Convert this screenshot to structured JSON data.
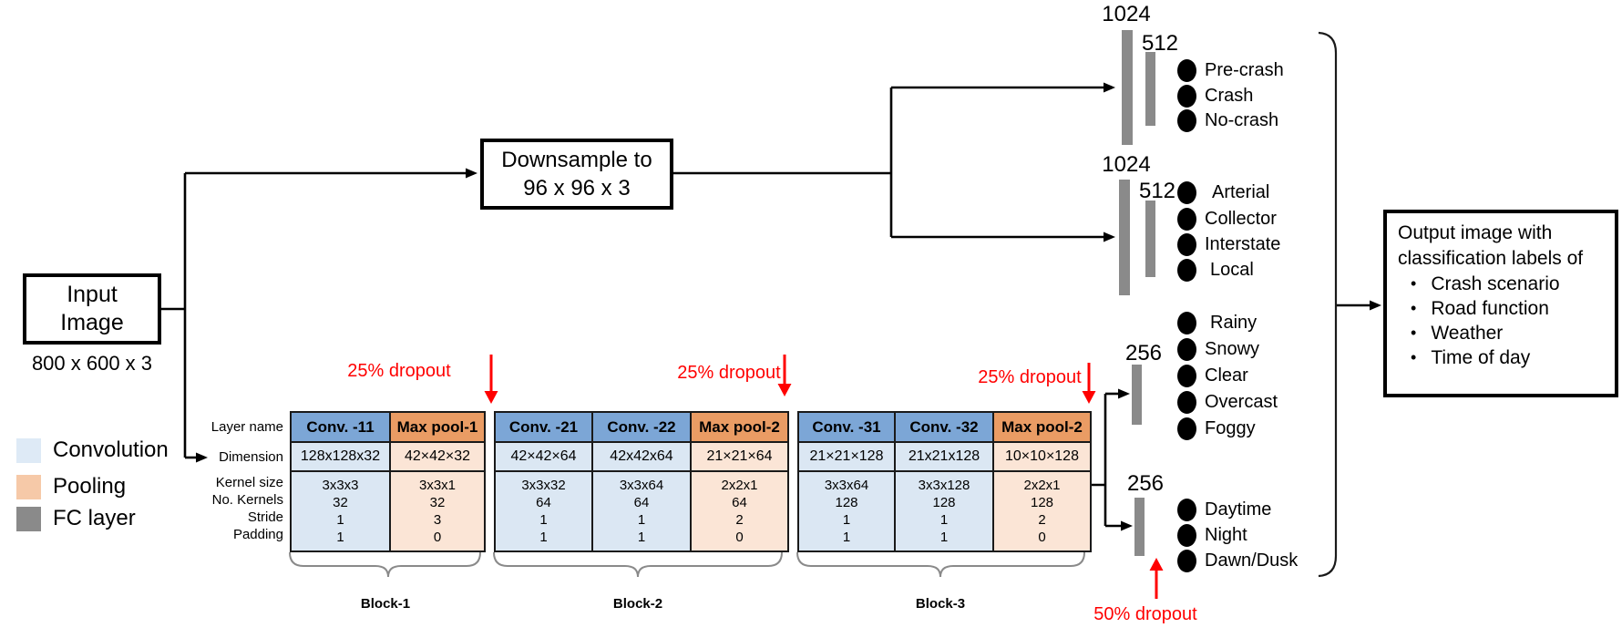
{
  "input": {
    "line1": "Input",
    "line2": "Image",
    "dims": "800 x 600 x 3"
  },
  "downsample": {
    "line1": "Downsample to",
    "line2": "96 x 96 x 3"
  },
  "legend": {
    "items": [
      {
        "label": "Convolution"
      },
      {
        "label": "Pooling"
      },
      {
        "label": "FC layer"
      }
    ]
  },
  "row_labels": {
    "layer_name": "Layer name",
    "dimension": "Dimension",
    "kernel_size": "Kernel size",
    "num_kernels": "No. Kernels",
    "stride": "Stride",
    "padding": "Padding"
  },
  "blocks": [
    {
      "label": "Block-1",
      "columns": [
        {
          "name": "Conv. -11",
          "type": "conv",
          "dimension": "128x128x32",
          "kernel_size": "3x3x3",
          "num_kernels": "32",
          "stride": "1",
          "padding": "1"
        },
        {
          "name": "Max pool-1",
          "type": "pool",
          "dimension": "42×42×32",
          "kernel_size": "3x3x1",
          "num_kernels": "32",
          "stride": "3",
          "padding": "0"
        }
      ]
    },
    {
      "label": "Block-2",
      "columns": [
        {
          "name": "Conv. -21",
          "type": "conv",
          "dimension": "42×42×64",
          "kernel_size": "3x3x32",
          "num_kernels": "64",
          "stride": "1",
          "padding": "1"
        },
        {
          "name": "Conv. -22",
          "type": "conv",
          "dimension": "42x42x64",
          "kernel_size": "3x3x64",
          "num_kernels": "64",
          "stride": "1",
          "padding": "1"
        },
        {
          "name": "Max pool-2",
          "type": "pool",
          "dimension": "21×21×64",
          "kernel_size": "2x2x1",
          "num_kernels": "64",
          "stride": "2",
          "padding": "0"
        }
      ]
    },
    {
      "label": "Block-3",
      "columns": [
        {
          "name": "Conv. -31",
          "type": "conv",
          "dimension": "21×21×128",
          "kernel_size": "3x3x64",
          "num_kernels": "128",
          "stride": "1",
          "padding": "1"
        },
        {
          "name": "Conv. -32",
          "type": "conv",
          "dimension": "21x21x128",
          "kernel_size": "3x3x128",
          "num_kernels": "128",
          "stride": "1",
          "padding": "1"
        },
        {
          "name": "Max pool-2",
          "type": "pool",
          "dimension": "10×10×128",
          "kernel_size": "2x2x1",
          "num_kernels": "128",
          "stride": "2",
          "padding": "0"
        }
      ]
    }
  ],
  "dropout": {
    "d1": "25% dropout",
    "d2": "25% dropout",
    "d3": "25% dropout",
    "d4": "50% dropout"
  },
  "fc": {
    "groups": [
      {
        "size1": "1024",
        "size2": "512",
        "classes": [
          "Pre-crash",
          "Crash",
          "No-crash"
        ]
      },
      {
        "size1": "1024",
        "size2": "512",
        "classes": [
          "Arterial",
          "Collector",
          "Interstate",
          "Local"
        ]
      },
      {
        "size1": "256",
        "classes": [
          "Rainy",
          "Snowy",
          "Clear",
          "Overcast",
          "Foggy"
        ]
      },
      {
        "size1": "256",
        "classes": [
          "Daytime",
          "Night",
          "Dawn/Dusk"
        ]
      }
    ]
  },
  "output_box": {
    "line1": "Output image with",
    "line2": "classification labels of",
    "items": [
      "Crash scenario",
      "Road function",
      "Weather",
      "Time of day"
    ]
  },
  "colors": {
    "conv_header": "#7CA6D6",
    "conv_body": "#DBE7F3",
    "pool_header": "#EA9C64",
    "pool_body": "#FBE5D6",
    "legend_conv": "#DEEAF6",
    "legend_pool": "#F6C9A8",
    "fc_gray": "#8A8A8A",
    "dropout_red": "#FF0000",
    "line": "#000000"
  }
}
